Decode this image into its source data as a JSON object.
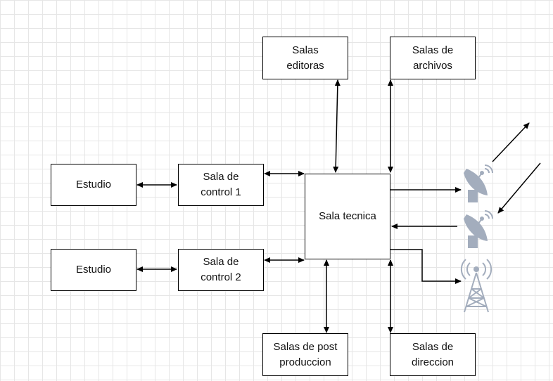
{
  "nodes": {
    "estudio_1": "Estudio",
    "estudio_2": "Estudio",
    "control_1": "Sala de\ncontrol 1",
    "control_2": "Sala de\ncontrol 2",
    "tecnica": "Sala tecnica",
    "editoras": "Salas\neditoras",
    "archivos": "Salas de\narchivos",
    "post": "Salas de post\nproduccion",
    "direccion": "Salas de\ndireccion"
  },
  "icons": [
    "satellite-dish-icon",
    "satellite-dish-icon",
    "radio-tower-icon"
  ],
  "colors": {
    "icon": "#a3adbd",
    "line": "#000000",
    "grid": "#e6e6e6"
  }
}
